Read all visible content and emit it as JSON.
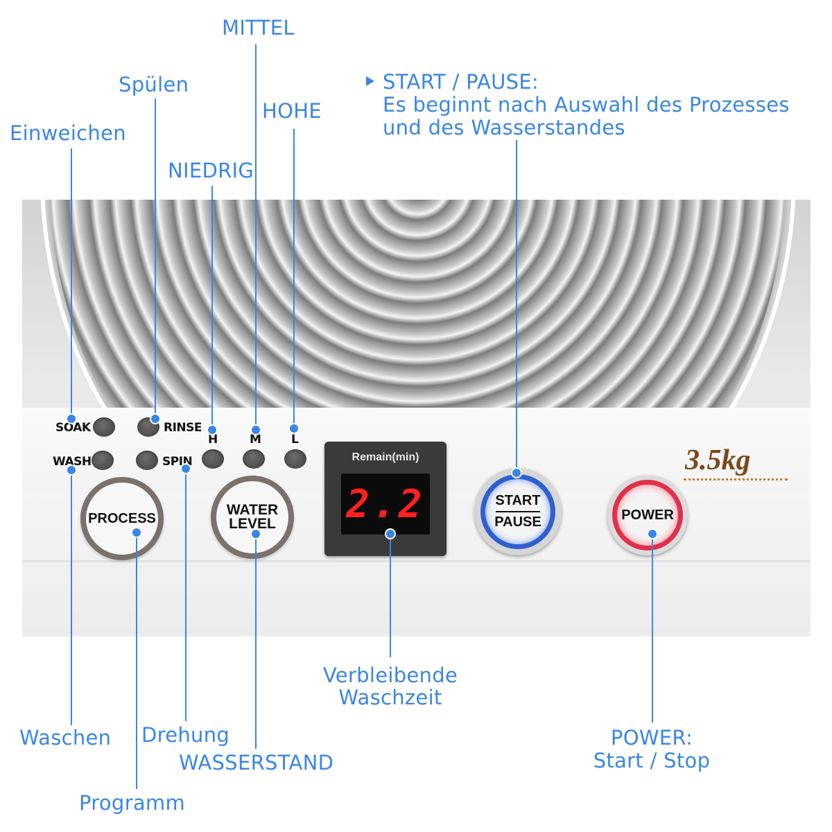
{
  "callouts": {
    "mittel": "MITTEL",
    "spuelen": "Spülen",
    "hohe": "HOHE",
    "einweichen": "Einweichen",
    "niedrig": "NIEDRIG",
    "start_pause_title": "START / PAUSE:",
    "start_pause_desc1": "Es beginnt nach Auswahl des Prozesses",
    "start_pause_desc2": "und des Wasserstandes",
    "verbleibende1": "Verbleibende",
    "verbleibende2": "Waschzeit",
    "waschen": "Waschen",
    "drehung": "Drehung",
    "wasserstand": "WASSERSTAND",
    "programm": "Programm",
    "power_title": "POWER:",
    "power_desc": "Start / Stop"
  },
  "panel": {
    "soak": "SOAK",
    "rinse": "RINSE",
    "wash": "WASH",
    "spin": "SPIN",
    "h": "H",
    "m": "M",
    "l": "L",
    "process": "PROCESS",
    "water1": "WATER",
    "water2": "LEVEL",
    "remain": "Remain(min)",
    "digits": "2.2",
    "start": "START",
    "pause": "PAUSE",
    "power": "POWER",
    "capacity": "3.5kg"
  },
  "colors": {
    "callout": "#3a86e6",
    "display_digits": "#ff2020",
    "start_ring": "#2f5fd0",
    "power_ring": "#e0304a"
  },
  "icons": {
    "start_pause_arrow": "triangle-right-icon"
  }
}
